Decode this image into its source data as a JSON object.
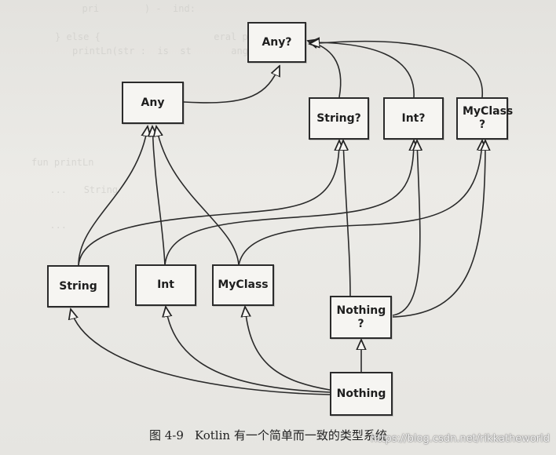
{
  "nodes": {
    "any_nullable": "Any?",
    "any": "Any",
    "string_nullable": "String?",
    "int_nullable": "Int?",
    "myclass_nullable": "MyClass ?",
    "string": "String",
    "int": "Int",
    "myclass": "MyClass",
    "nothing_nullable": "Nothing ?",
    "nothing": "Nothing"
  },
  "caption": {
    "number": "图 4-9",
    "text": "Kotlin 有一个简单而一致的类型系统"
  },
  "watermark": "https://blog.csdn.net/rikkatheworld"
}
